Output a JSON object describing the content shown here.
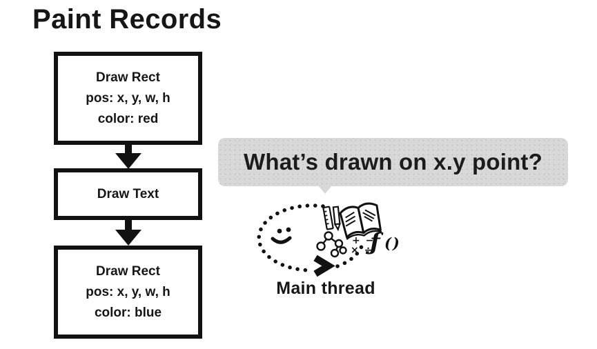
{
  "title": "Paint Records",
  "flowchart": {
    "boxes": [
      {
        "lines": [
          "Draw Rect",
          "pos: x, y, w, h",
          "color: red"
        ]
      },
      {
        "lines": [
          "Draw Text"
        ]
      },
      {
        "lines": [
          "Draw Rect",
          "pos: x, y, w, h",
          "color: blue"
        ]
      }
    ]
  },
  "bubble": {
    "text": "What’s drawn on x.y point?"
  },
  "doodle": {
    "label": "Main thread",
    "math_row1": "+ −",
    "math_row2": "× ÷",
    "fn_f": "ƒ",
    "fn_parens": "()"
  },
  "colors": {
    "ink": "#111111",
    "bubble_bg": "#d8d8d8",
    "background": "#ffffff"
  }
}
